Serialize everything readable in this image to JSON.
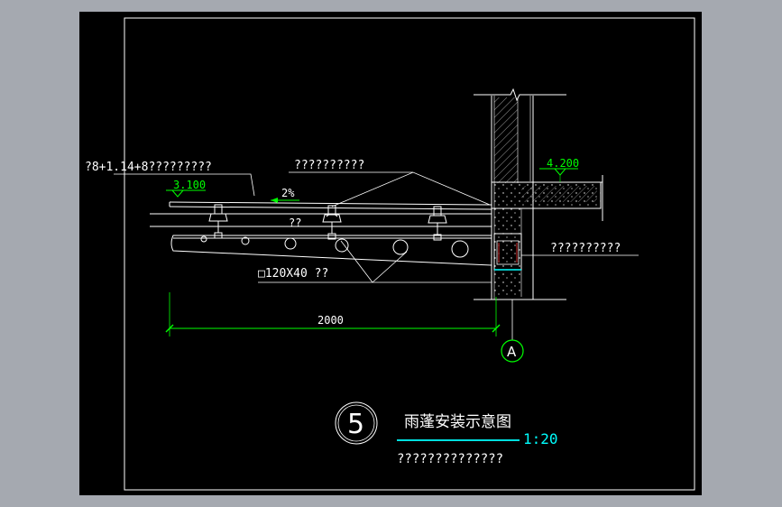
{
  "app": {
    "canvas_background": "#000000",
    "workspace_background": "#a5a9b0"
  },
  "colors": {
    "frame": "#ffffff",
    "dimension": "#00ff00",
    "level_marker": "#00ff00",
    "title_underline": "#00ffff",
    "cyan": "#00ffff"
  },
  "drawing": {
    "labels": {
      "glass_spec": "?8+1.14+8?????????",
      "top_callout": "??????????",
      "wall_callout": "??????????",
      "steel_section": "□120X40 ??",
      "short_note": "??",
      "slope": "2%"
    },
    "levels": {
      "left": "3.100",
      "right": "4.200"
    },
    "dimension": {
      "length": "2000"
    },
    "axis": {
      "label": "A"
    },
    "title_block": {
      "detail_number": "5",
      "title": "雨蓬安装示意图",
      "scale": "1:20",
      "subtitle": "??????????????"
    }
  }
}
